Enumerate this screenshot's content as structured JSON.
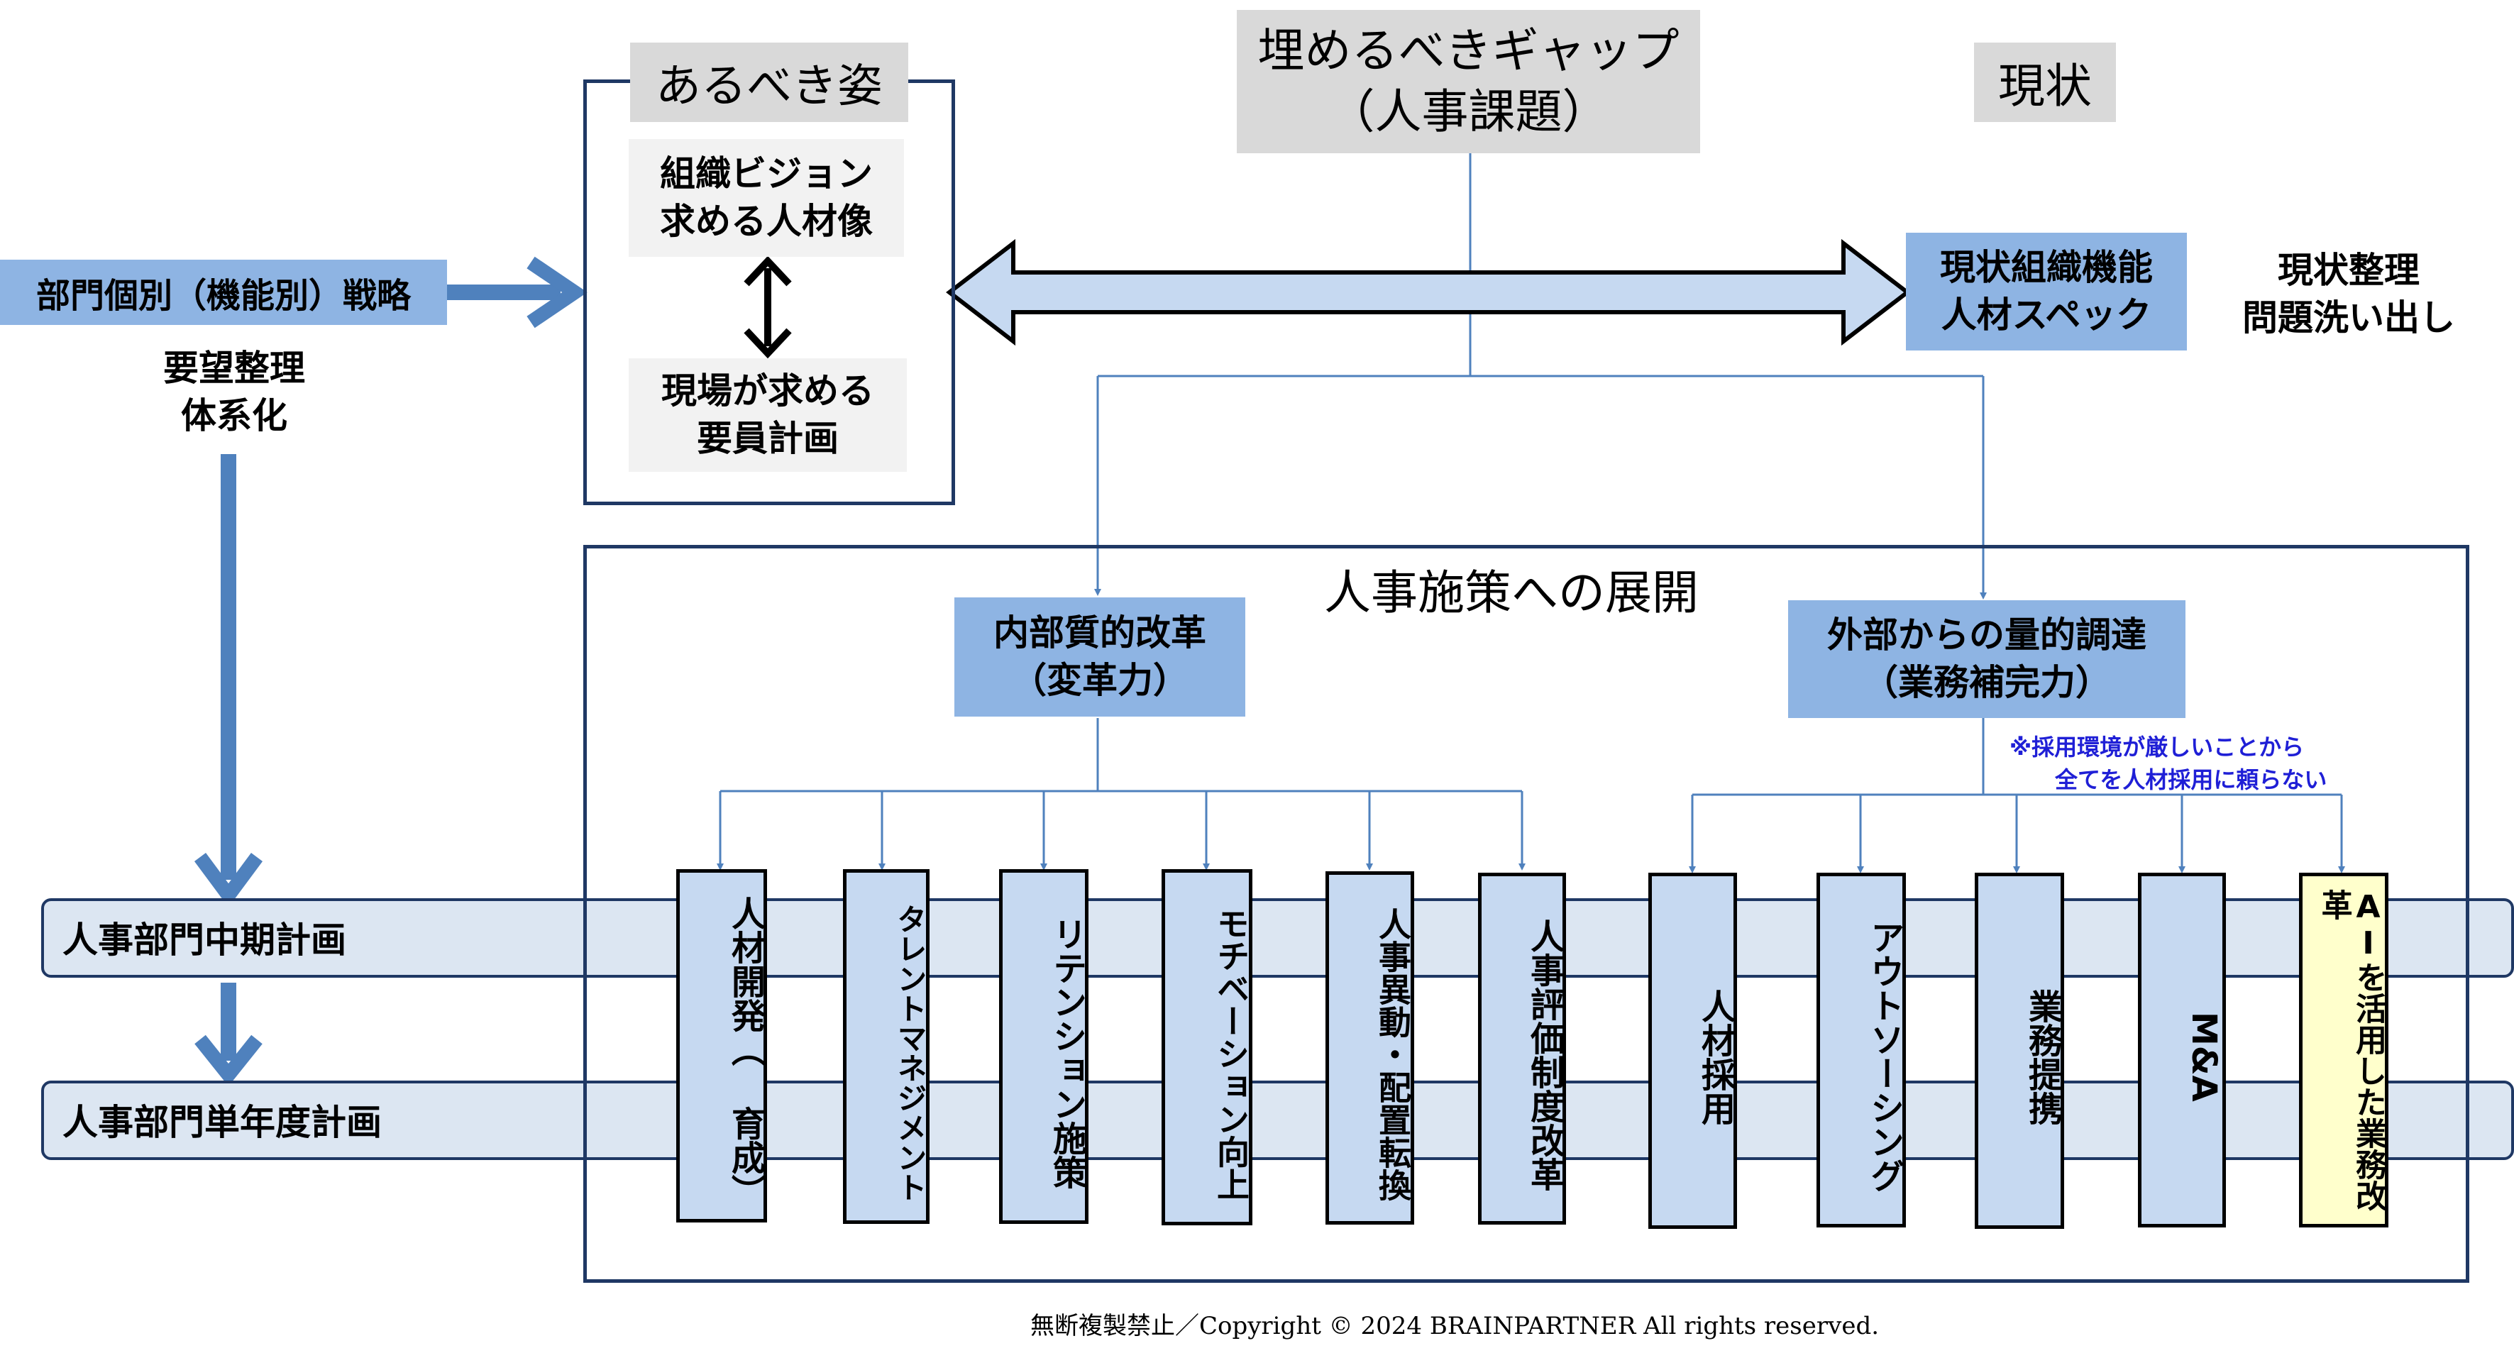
{
  "ideal": {
    "title": "あるべき姿",
    "vision": "組織ビジョン\n求める人材像",
    "staffing": "現場が求める\n要員計画"
  },
  "gap": {
    "title": "埋めるべきギャップ\n（人事課題）"
  },
  "current": {
    "title": "現状",
    "spec": "現状組織機能\n人材スペック",
    "note": "現状整理\n問題洗い出し"
  },
  "left": {
    "strategy": "部門個別（機能別）戦略",
    "organize": "要望整理\n体系化",
    "mid_plan": "人事部門中期計画",
    "annual_plan": "人事部門単年度計画"
  },
  "deploy": {
    "title": "人事施策への展開",
    "internal": "内部質的改革\n（変革力）",
    "external": "外部からの量的調達\n（業務補完力）",
    "note": "※採用環境が厳しいことから\n　　全てを人材採用に頼らない"
  },
  "measures": [
    "人材開発（ 育成）",
    "タレントマネジメント",
    "リテンション施策",
    "モチベーション向上",
    "人事異動・配置転換",
    "人事評価制度改革",
    "人材採用",
    "アウトソーシング",
    "業務提携",
    "M&A",
    "AIを活用した業務改革"
  ],
  "footer": "無断複製禁止／Copyright © 2024 BRAINPARTNER All rights reserved.",
  "colors": {
    "dark_blue": "#1f3864",
    "arrow_blue": "#4f81bd",
    "box_blue": "#8eb4e3",
    "column_fill": "#c6d9f1",
    "ai_fill": "#ffffcc"
  }
}
